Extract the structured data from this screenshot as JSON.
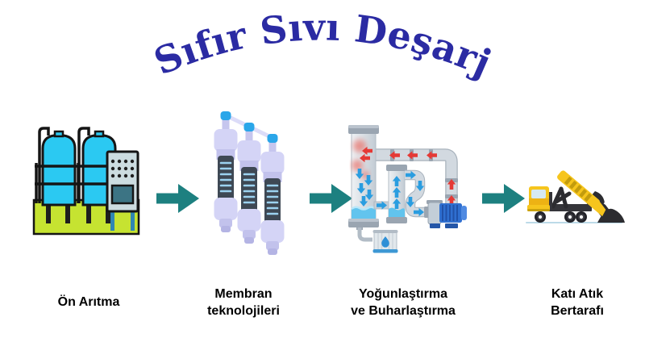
{
  "title": {
    "text": "Sıfır Sıvı Deşarj"
  },
  "stages": [
    {
      "id": "on-aritma",
      "lines": [
        "Ön Arıtma"
      ],
      "icon": "water-treatment-tanks-icon"
    },
    {
      "id": "membran",
      "lines": [
        "Membran",
        "teknolojileri"
      ],
      "icon": "membrane-filters-icon"
    },
    {
      "id": "yogunlastirma",
      "lines": [
        "Yoğunlaştırma",
        "ve Buharlaştırma"
      ],
      "icon": "evaporator-condenser-icon"
    },
    {
      "id": "kati-atik",
      "lines": [
        "Katı Atık",
        "Bertarafı"
      ],
      "icon": "dump-truck-icon"
    }
  ],
  "flow": {
    "arrow_count": 3,
    "direction": "left-to-right"
  },
  "colors": {
    "title": "#2b2ba3",
    "arrow": "#1d8080",
    "label": "#000000",
    "tank_cyan": "#2bc9f2",
    "base_green": "#c6e331",
    "membrane_lavender": "#d4d4f6",
    "membrane_dark": "#3e4854",
    "cap_blue": "#2aa6e9",
    "hot_red": "#e53935",
    "cold_blue": "#2a9de0",
    "pump_blue": "#2f6fd0",
    "truck_yellow": "#f6c51d",
    "waste_dark": "#2c2c30",
    "background": "#ffffff"
  }
}
